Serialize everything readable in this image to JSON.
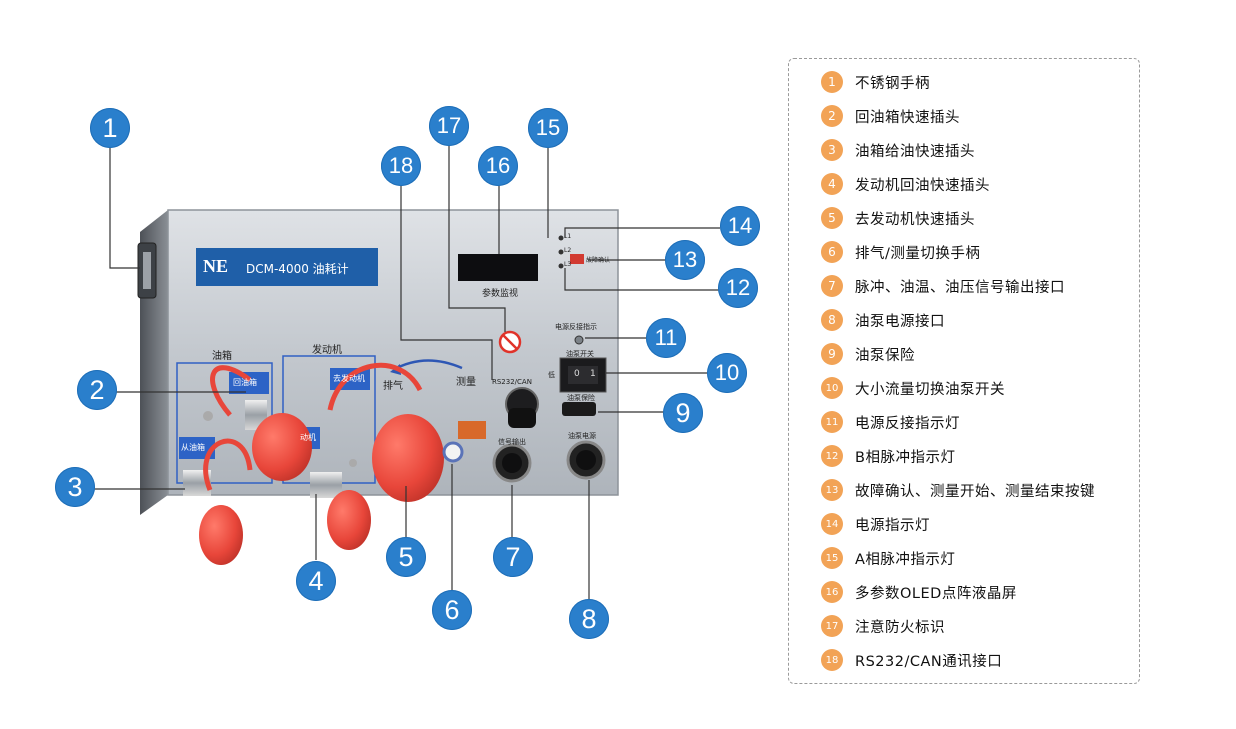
{
  "device": {
    "brand_logo": "NE",
    "model_label": "DCM-4000 油耗计",
    "display_label": "参数监视",
    "left_panel_title": "油箱",
    "right_panel_title": "发动机",
    "return_tank_tag": "回油箱",
    "from_tank_tag": "从油箱",
    "to_engine_tag": "去发动机",
    "from_engine_tag": "动机",
    "exhaust_label": "排气",
    "measure_label": "测量",
    "port_rs232": "RS232/CAN",
    "port_signal": "信号输出",
    "reverse_label": "电源反接指示",
    "pump_switch_label": "油泵开关",
    "fuse_label": "油泵保险",
    "pump_power_label": "油泵电源",
    "rocker_off": "0",
    "rocker_on": "1",
    "led_a": "L1",
    "led_b": "L2",
    "led_c": "L3",
    "button_caption": "故障确认",
    "small_side_label": "低"
  },
  "callouts": [
    "1",
    "2",
    "3",
    "4",
    "5",
    "6",
    "7",
    "8",
    "9",
    "10",
    "11",
    "12",
    "13",
    "14",
    "15",
    "16",
    "17",
    "18"
  ],
  "legend": [
    {
      "num": "1",
      "text": "不锈钢手柄"
    },
    {
      "num": "2",
      "text": "回油箱快速插头"
    },
    {
      "num": "3",
      "text": "油箱给油快速插头"
    },
    {
      "num": "4",
      "text": "发动机回油快速插头"
    },
    {
      "num": "5",
      "text": "去发动机快速插头"
    },
    {
      "num": "6",
      "text": "排气/测量切换手柄"
    },
    {
      "num": "7",
      "text": "脉冲、油温、油压信号输出接口"
    },
    {
      "num": "8",
      "text": "油泵电源接口"
    },
    {
      "num": "9",
      "text": "油泵保险"
    },
    {
      "num": "10",
      "text": "大小流量切换油泵开关"
    },
    {
      "num": "11",
      "text": "电源反接指示灯"
    },
    {
      "num": "12",
      "text": "B相脉冲指示灯"
    },
    {
      "num": "13",
      "text": "故障确认、测量开始、测量结束按键"
    },
    {
      "num": "14",
      "text": "电源指示灯"
    },
    {
      "num": "15",
      "text": "A相脉冲指示灯"
    },
    {
      "num": "16",
      "text": "多参数OLED点阵液晶屏"
    },
    {
      "num": "17",
      "text": "注意防火标识"
    },
    {
      "num": "18",
      "text": "RS232/CAN通讯接口"
    }
  ],
  "colors": {
    "callout": "#2a7fcc",
    "legend_badge": "#f2a356",
    "cap_red": "#e8463a",
    "panel_gray": "#c9cdd2",
    "logo_blue": "#1f5fa8"
  },
  "icons": {
    "handle": "stainless-handle-icon",
    "cap": "red-cap-icon",
    "fire": "no-fire-icon"
  }
}
